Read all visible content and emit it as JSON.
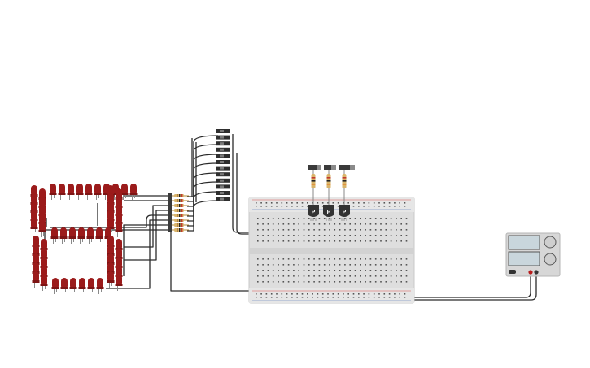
{
  "workspace": {
    "background": "#ffffff",
    "wire_color": "#2b2b2b",
    "led_color": "#9b1b1b",
    "led_leg_color": "#8a8a8a",
    "breadboard_color": "#dedede",
    "rail_red": "#d9534f",
    "rail_blue": "#4a6fb5"
  },
  "components": {
    "transistors": [
      {
        "label": "P"
      },
      {
        "label": "P"
      },
      {
        "label": "P"
      }
    ],
    "led_groups": [
      {
        "name": "top-row-leds",
        "count": 10
      },
      {
        "name": "left-column-top-leds",
        "count": 5
      },
      {
        "name": "right-column-top-leds",
        "count": 5
      },
      {
        "name": "middle-row-leds",
        "count": 7
      },
      {
        "name": "left-column-bottom-leds",
        "count": 5
      },
      {
        "name": "right-column-bottom-leds",
        "count": 5
      },
      {
        "name": "bottom-row-leds",
        "count": 6
      }
    ],
    "resistor_array": {
      "count": 8
    },
    "slide_switches": {
      "count": 12
    },
    "breadboard": {
      "type": "half+",
      "icon": "breadboard-icon"
    },
    "power_supply": {
      "icon": "power-supply-icon",
      "display_color": "#c9d6dc"
    }
  }
}
